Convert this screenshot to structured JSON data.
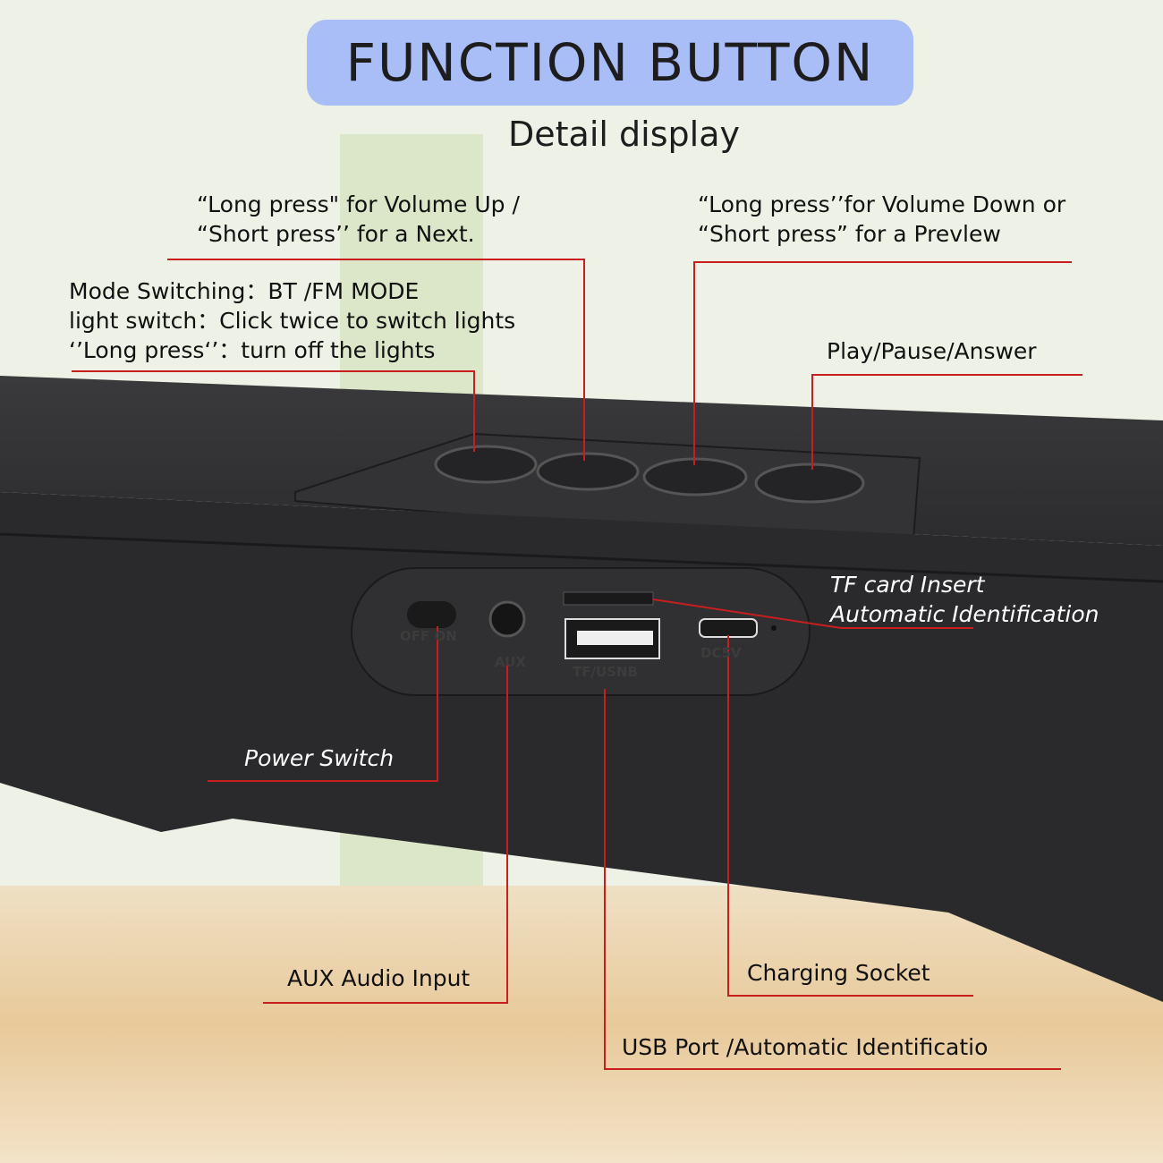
{
  "header": {
    "title": "FUNCTION BUTTON",
    "subtitle": "Detail display"
  },
  "labels": {
    "volume_up": [
      "“Long press\" for Volume Up /",
      "“Short press’’ for a Next."
    ],
    "volume_down": [
      "“Long press’’for Volume Down or",
      "“Short press” for a Prevlew"
    ],
    "mode": [
      "Mode Switching：BT /FM MODE",
      "light switch：Click twice to switch lights",
      "‘’Long press‘’：turn off the lights"
    ],
    "play": "Play/Pause/Answer",
    "tf_card": [
      "TF card Insert",
      "Automatic Identification"
    ],
    "power": "Power Switch",
    "aux": "AUX Audio Input",
    "charging": "Charging Socket",
    "usb": "USB Port /Automatic Identificatio"
  },
  "device_print": {
    "power": "OFF ON",
    "aux": "AUX",
    "usb": "TF/USNB",
    "dc": "DC5V"
  },
  "colors": {
    "title_bg": "#a9bdf6",
    "leader_line": "#c81e1e",
    "device": "#2e2e30",
    "wood": "#e9cfa5"
  }
}
